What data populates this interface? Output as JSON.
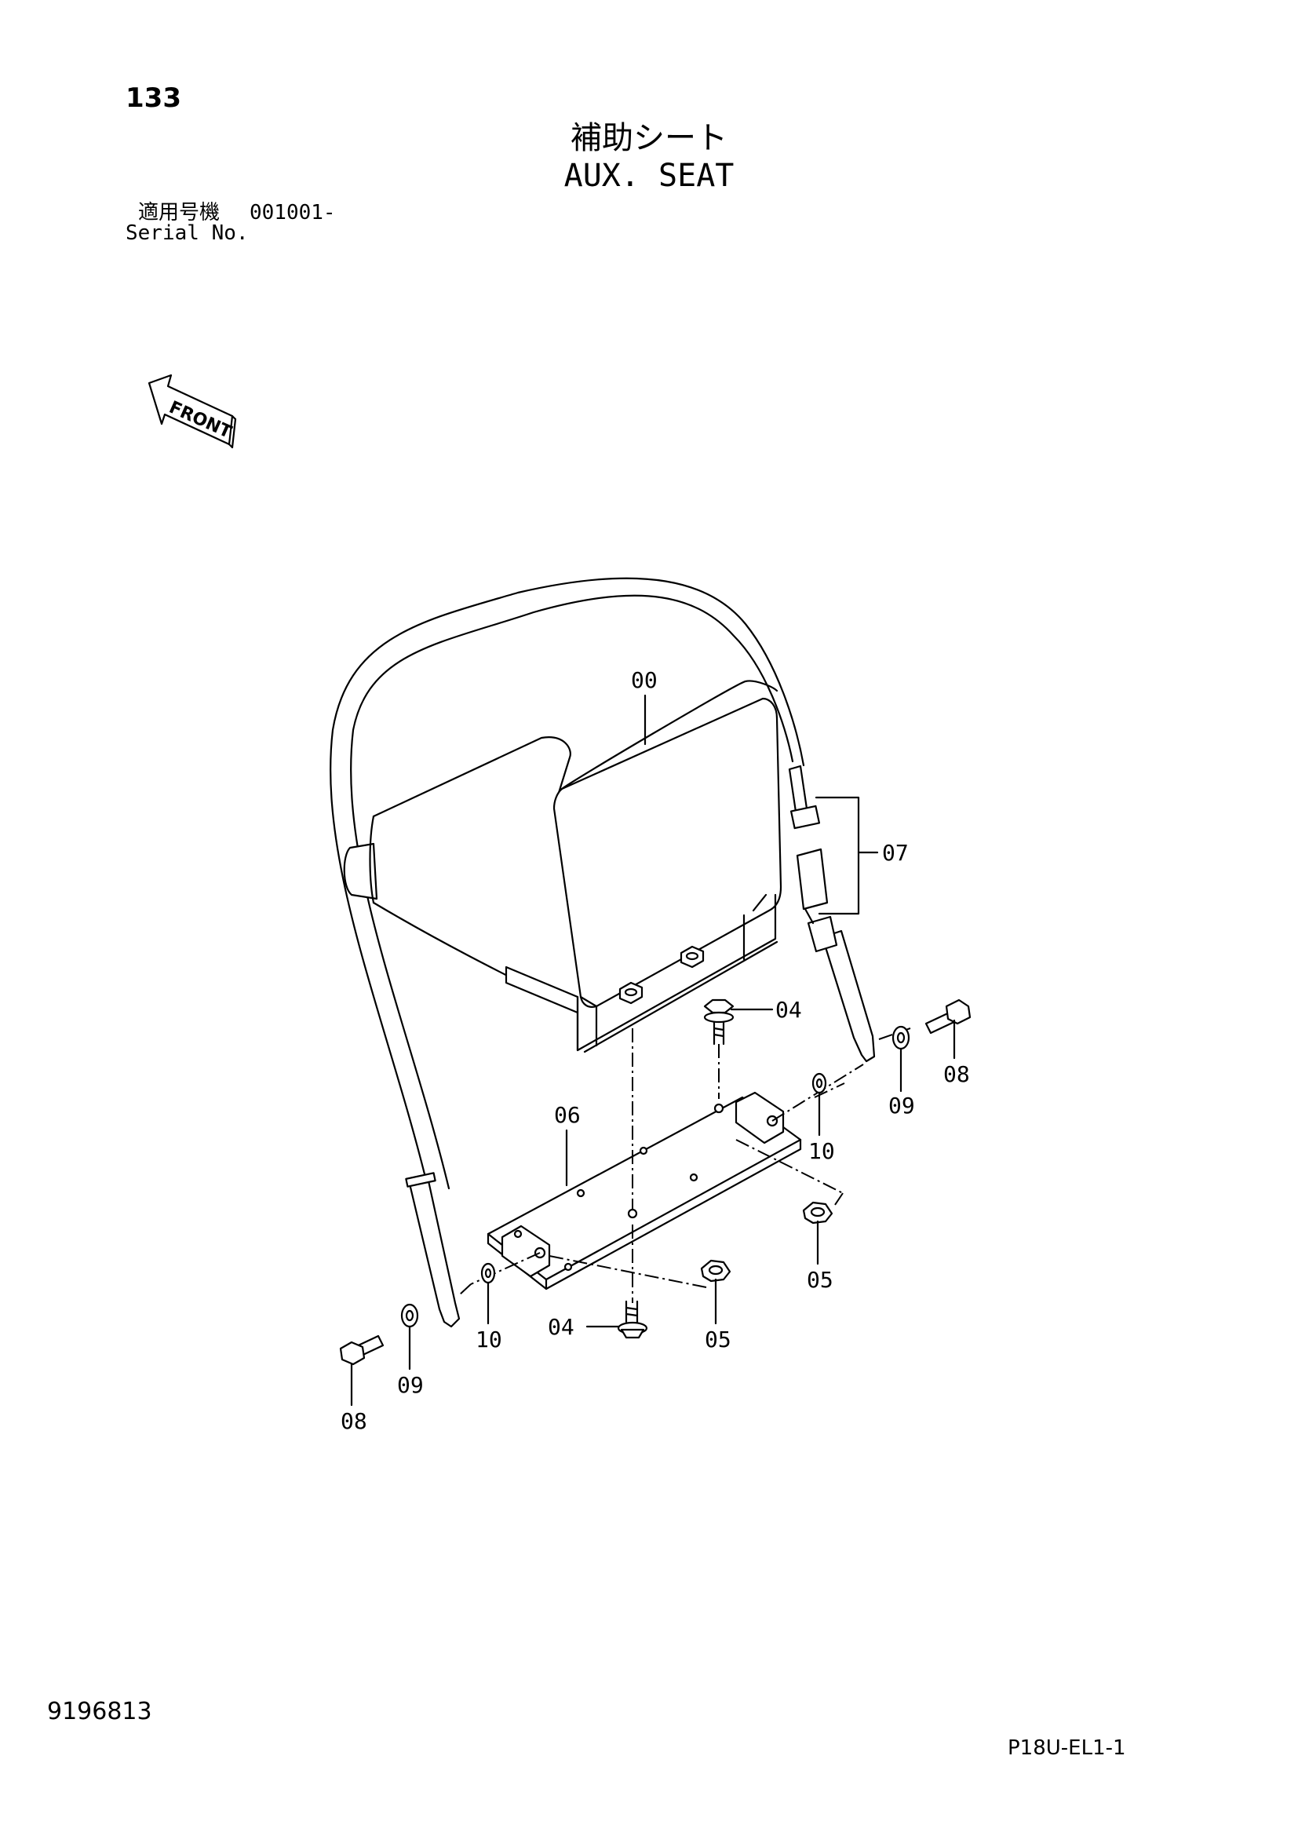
{
  "header": {
    "page_number": "133",
    "title_jp": "補助シート",
    "title_en": "AUX. SEAT",
    "serial_label_jp": "適用号機",
    "serial_value": "001001-",
    "serial_label_en": "Serial No."
  },
  "front_indicator": {
    "label": "FRONT",
    "icon": "front-arrow-icon"
  },
  "part_callouts": [
    {
      "id": "00"
    },
    {
      "id": "07"
    },
    {
      "id": "04"
    },
    {
      "id": "08"
    },
    {
      "id": "09"
    },
    {
      "id": "10"
    },
    {
      "id": "06"
    },
    {
      "id": "05"
    }
  ],
  "labels": {
    "c00": "00",
    "c07": "07",
    "c04a": "04",
    "c04b": "04",
    "c08a": "08",
    "c08b": "08",
    "c09a": "09",
    "c09b": "09",
    "c10a": "10",
    "c10b": "10",
    "c06": "06",
    "c05a": "05",
    "c05b": "05"
  },
  "footer": {
    "doc_id": "9196813",
    "page_code": "P18U-EL1-1"
  }
}
